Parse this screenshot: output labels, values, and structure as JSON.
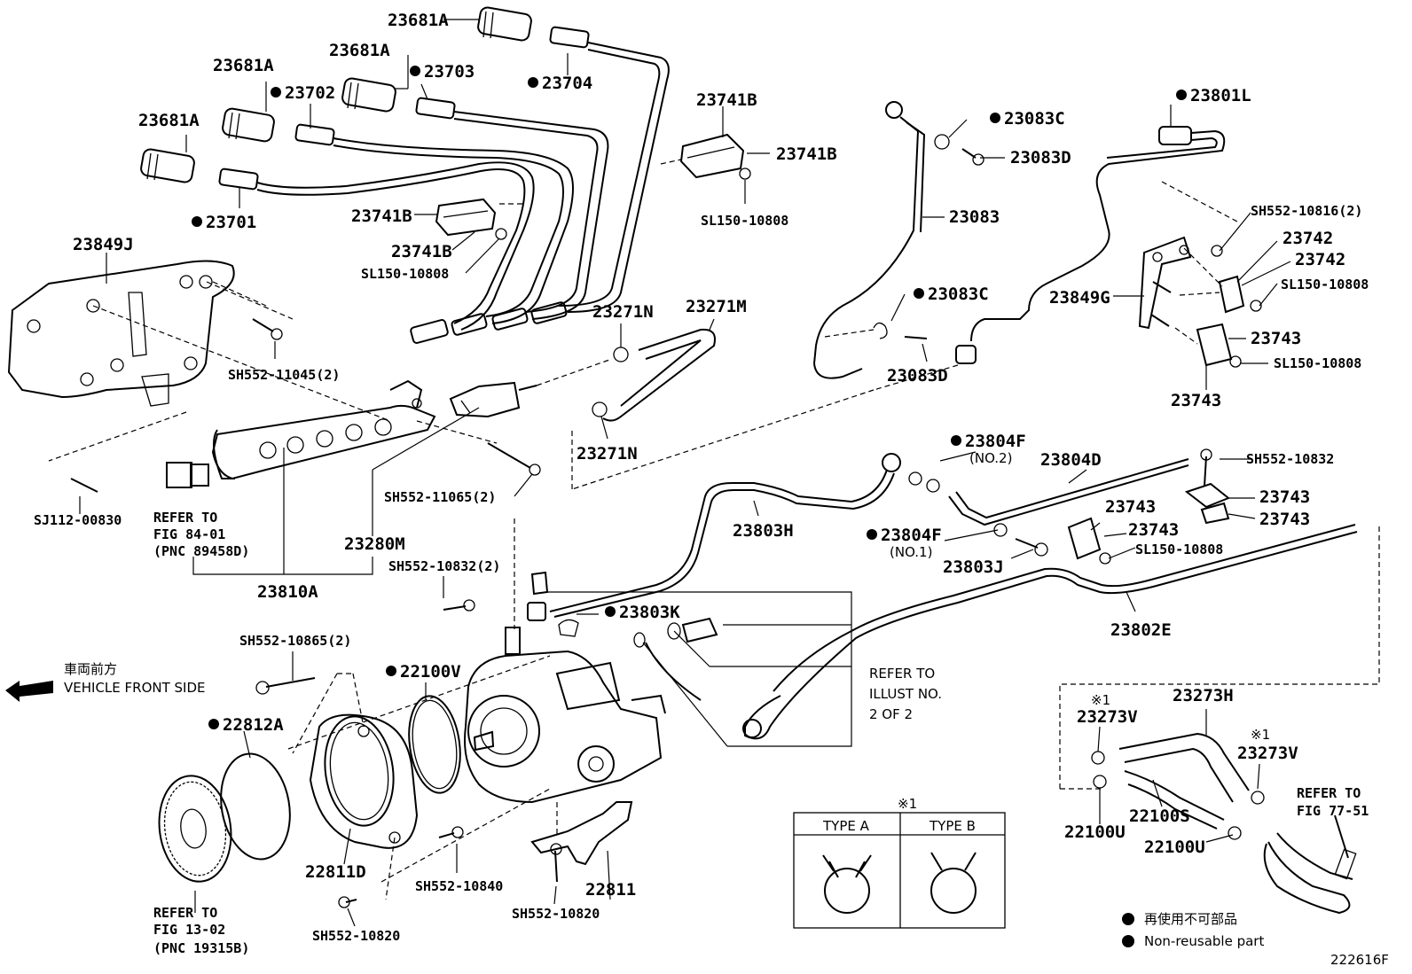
{
  "labels": [
    {
      "id": "l1",
      "text": "23681A",
      "dot": false
    },
    {
      "id": "l2",
      "text": "23681A",
      "dot": false
    },
    {
      "id": "l3",
      "text": "23681A",
      "dot": false
    },
    {
      "id": "l4",
      "text": "23681A",
      "dot": false
    },
    {
      "id": "l5",
      "text": "23703",
      "dot": true
    },
    {
      "id": "l6",
      "text": "23704",
      "dot": true
    },
    {
      "id": "l7",
      "text": "23702",
      "dot": true
    },
    {
      "id": "l8",
      "text": "23701",
      "dot": true
    },
    {
      "id": "l9",
      "text": "23741B",
      "dot": false
    },
    {
      "id": "l10",
      "text": "23741B",
      "dot": false
    },
    {
      "id": "l11",
      "text": "23741B",
      "dot": false
    },
    {
      "id": "l12",
      "text": "23741B",
      "dot": false
    },
    {
      "id": "l13",
      "text": "SL150-10808",
      "dot": false
    },
    {
      "id": "l14",
      "text": "SL150-10808",
      "dot": false
    },
    {
      "id": "l15",
      "text": "23849J",
      "dot": false
    },
    {
      "id": "l16",
      "text": "SH552-11045(2)",
      "dot": false
    },
    {
      "id": "l17",
      "text": "23083C",
      "dot": true
    },
    {
      "id": "l18",
      "text": "23083D",
      "dot": false
    },
    {
      "id": "l19",
      "text": "23083",
      "dot": false
    },
    {
      "id": "l20",
      "text": "23083C",
      "dot": true
    },
    {
      "id": "l21",
      "text": "23083D",
      "dot": false
    },
    {
      "id": "l22",
      "text": "23801L",
      "dot": true
    },
    {
      "id": "l23",
      "text": "SH552-10816(2)",
      "dot": false
    },
    {
      "id": "l24",
      "text": "23742",
      "dot": false
    },
    {
      "id": "l25",
      "text": "23742",
      "dot": false
    },
    {
      "id": "l26",
      "text": "SL150-10808",
      "dot": false
    },
    {
      "id": "l27",
      "text": "23849G",
      "dot": false
    },
    {
      "id": "l28",
      "text": "23743",
      "dot": false
    },
    {
      "id": "l29",
      "text": "SL150-10808",
      "dot": false
    },
    {
      "id": "l30",
      "text": "23743",
      "dot": false
    },
    {
      "id": "l31",
      "text": "23271N",
      "dot": false
    },
    {
      "id": "l32",
      "text": "23271M",
      "dot": false
    },
    {
      "id": "l33",
      "text": "23271N",
      "dot": false
    },
    {
      "id": "l34",
      "text": "SJ112-00830",
      "dot": false
    },
    {
      "id": "l35",
      "text": "SH552-11065(2)",
      "dot": false
    },
    {
      "id": "l36",
      "text": "23280M",
      "dot": false
    },
    {
      "id": "l37",
      "text": "23810A",
      "dot": false
    },
    {
      "id": "l38",
      "text": "23804F",
      "dot": true
    },
    {
      "id": "l39",
      "text": "(NO.2)",
      "dot": false
    },
    {
      "id": "l40",
      "text": "23804D",
      "dot": false
    },
    {
      "id": "l41",
      "text": "SH552-10832",
      "dot": false
    },
    {
      "id": "l42",
      "text": "23743",
      "dot": false
    },
    {
      "id": "l43",
      "text": "23743",
      "dot": false
    },
    {
      "id": "l44",
      "text": "23743",
      "dot": false
    },
    {
      "id": "l45",
      "text": "23743",
      "dot": false
    },
    {
      "id": "l46",
      "text": "SL150-10808",
      "dot": false
    },
    {
      "id": "l47",
      "text": "23803H",
      "dot": false
    },
    {
      "id": "l48",
      "text": "23804F",
      "dot": true
    },
    {
      "id": "l49",
      "text": "(NO.1)",
      "dot": false
    },
    {
      "id": "l50",
      "text": "23803J",
      "dot": false
    },
    {
      "id": "l51",
      "text": "SH552-10832(2)",
      "dot": false
    },
    {
      "id": "l52",
      "text": "23803K",
      "dot": true
    },
    {
      "id": "l53",
      "text": "23802E",
      "dot": false
    },
    {
      "id": "l54",
      "text": "SH552-10865(2)",
      "dot": false
    },
    {
      "id": "l55",
      "text": "22100V",
      "dot": true
    },
    {
      "id": "l56",
      "text": "22812A",
      "dot": true
    },
    {
      "id": "l57",
      "text": "22811D",
      "dot": false
    },
    {
      "id": "l58",
      "text": "SH552-10840",
      "dot": false
    },
    {
      "id": "l59",
      "text": "SH552-10820",
      "dot": false
    },
    {
      "id": "l60",
      "text": "22811",
      "dot": false
    },
    {
      "id": "l61",
      "text": "SH552-10820",
      "dot": false
    },
    {
      "id": "l62",
      "text": "23273H",
      "dot": false
    },
    {
      "id": "l63",
      "text": "※1",
      "dot": false
    },
    {
      "id": "l64",
      "text": "23273V",
      "dot": false
    },
    {
      "id": "l65",
      "text": "※1",
      "dot": false
    },
    {
      "id": "l66",
      "text": "23273V",
      "dot": false
    },
    {
      "id": "l67",
      "text": "22100S",
      "dot": false
    },
    {
      "id": "l68",
      "text": "22100U",
      "dot": false
    },
    {
      "id": "l69",
      "text": "22100U",
      "dot": false
    },
    {
      "id": "l70",
      "text": "※1",
      "dot": false
    }
  ],
  "refs": {
    "fig8401": [
      "REFER TO",
      "FIG 84-01",
      "(PNC 89458D)"
    ],
    "fig1302": [
      "REFER TO",
      "FIG 13-02",
      "(PNC 19315B)"
    ],
    "fig7751": [
      "REFER TO",
      "FIG 77-51"
    ],
    "illust": [
      "REFER TO",
      "ILLUST NO.",
      "2 OF 2"
    ]
  },
  "front": {
    "jp": "車両前方",
    "en": "VEHICLE FRONT SIDE"
  },
  "types": {
    "a": "TYPE A",
    "b": "TYPE B"
  },
  "legend": {
    "jp": "再使用不可部品",
    "en": "Non-reusable part"
  },
  "diagram_id": "222616F"
}
